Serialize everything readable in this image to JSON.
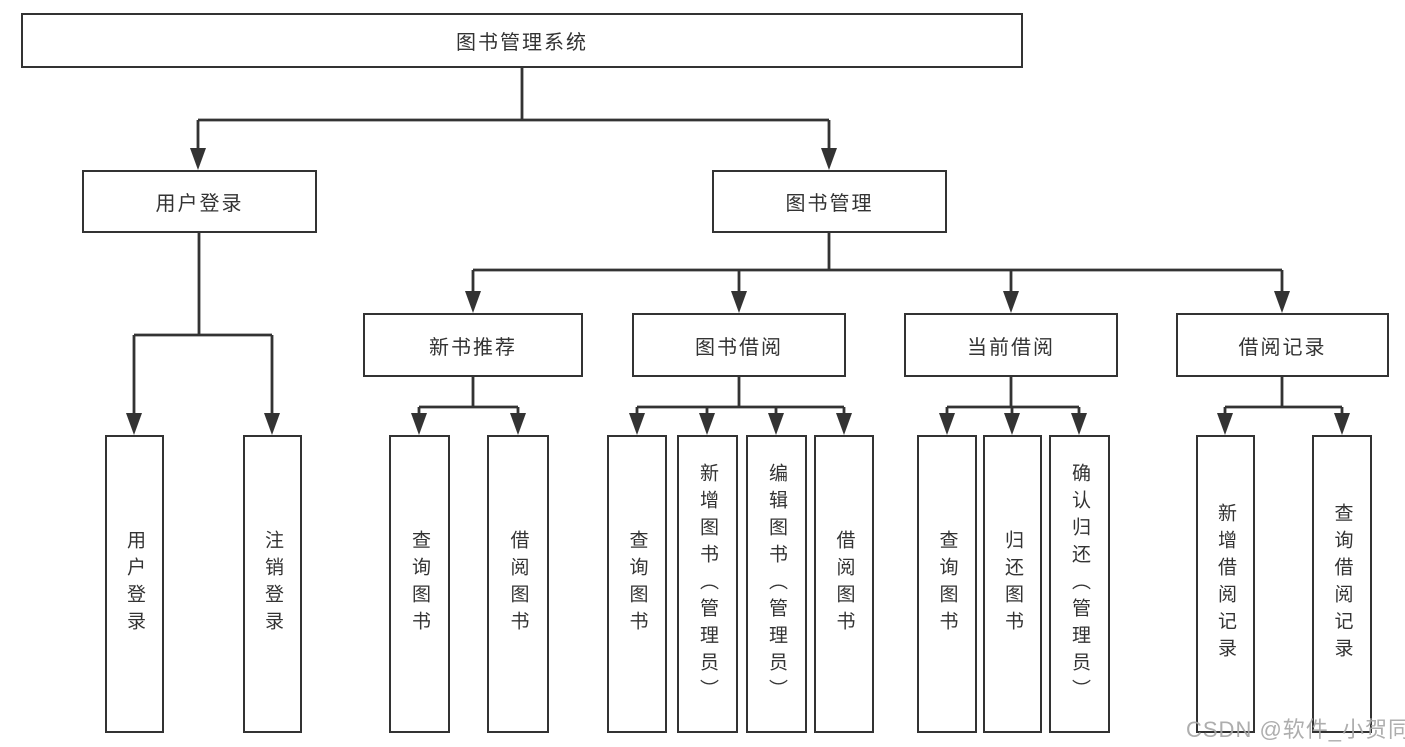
{
  "nodes": {
    "root": "图书管理系统",
    "level2": [
      "用户登录",
      "图书管理"
    ],
    "level3": [
      "新书推荐",
      "图书借阅",
      "当前借阅",
      "借阅记录"
    ],
    "leaves_user_login": [
      "用户登录",
      "注销登录"
    ],
    "leaves_new_book": [
      "查询图书",
      "借阅图书"
    ],
    "leaves_book_borrow": [
      "查询图书",
      "新增图书（管理员）",
      "编辑图书（管理员）",
      "借阅图书"
    ],
    "leaves_current_borrow": [
      "查询图书",
      "归还图书",
      "确认归还（管理员）"
    ],
    "leaves_borrow_records": [
      "新增借阅记录",
      "查询借阅记录"
    ]
  },
  "colors": {
    "line": "#333333",
    "box_border": "#333333",
    "box_fill": "#ffffff",
    "text": "#333333",
    "watermark": "#a5a5a5",
    "background": "#ffffff"
  },
  "watermark": "CSDN @软件_小贺同学"
}
